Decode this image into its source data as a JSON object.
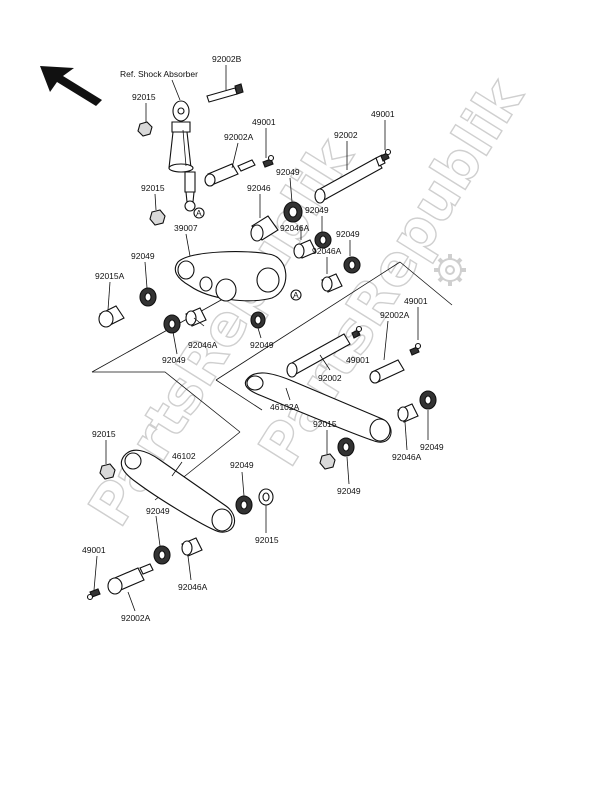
{
  "labels": {
    "ref": "Ref. Shock Absorber",
    "l_92002b": "92002B",
    "l_92015_a": "92015",
    "l_49001_a": "49001",
    "l_92002a_a": "92002A",
    "l_92002_a": "92002",
    "l_49001_b": "49001",
    "l_92015_b": "92015",
    "l_92046_a": "92046",
    "l_92049_a": "92049",
    "l_39007": "39007",
    "l_92049_b": "92049",
    "l_92046a_a": "92046A",
    "l_92049_c": "92049",
    "l_92046a_b": "92046A",
    "l_92049_d": "92049",
    "l_92015a": "92015A",
    "l_92046a_c": "92046A",
    "l_92049_e": "92049",
    "l_92049_f": "92049",
    "l_49001_c": "49001",
    "l_92002a_b": "92002A",
    "l_49001_d": "49001",
    "l_92002_b": "92002",
    "l_46102a": "46102A",
    "l_92015_c": "92015",
    "l_92049_g": "92049",
    "l_92046a_d": "92046A",
    "l_92049_h": "92049",
    "l_92015_d": "92015",
    "l_46102": "46102",
    "l_92049_i": "92049",
    "l_92049_j": "92049",
    "l_92015_e": "92015",
    "l_49001_e": "49001",
    "l_92046a_e": "92046A",
    "l_92002a_c": "92002A",
    "mark_a1": "A",
    "mark_a2": "A"
  },
  "watermark": "PartsRepublik",
  "icons": {
    "direction": "front-arrow-icon",
    "gear": "gear-icon"
  }
}
